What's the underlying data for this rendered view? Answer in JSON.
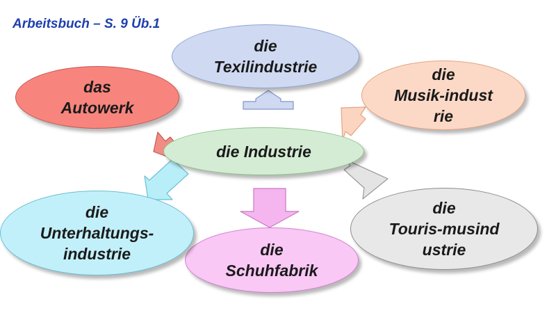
{
  "header": {
    "title": "Arbeitsbuch – S. 9 Üb.1"
  },
  "diagram": {
    "center": {
      "lines": [
        "die Industrie"
      ],
      "fill": "#d4ecd4",
      "stroke": "#8cc28c"
    },
    "nodes": [
      {
        "id": "texil",
        "lines": [
          "die",
          "Texilindustrie"
        ],
        "fill": "#cfd9f2",
        "stroke": "#8fa4d6",
        "arrow_fill": "#cfd9f2",
        "arrow_stroke": "#7f94c8"
      },
      {
        "id": "auto",
        "lines": [
          "das",
          "Autowerk"
        ],
        "fill": "#f7857d",
        "stroke": "#c75750",
        "arrow_fill": "#f08c84",
        "arrow_stroke": "#c75750"
      },
      {
        "id": "musik",
        "lines": [
          "die",
          "Musik-indust",
          "rie"
        ],
        "fill": "#fcd9c6",
        "stroke": "#e2a583",
        "arrow_fill": "#fbd5c0",
        "arrow_stroke": "#e2a583"
      },
      {
        "id": "tour",
        "lines": [
          "die",
          "Touris-musind",
          "ustrie"
        ],
        "fill": "#e8e8e8",
        "stroke": "#8c8c8c",
        "arrow_fill": "#e4e4e4",
        "arrow_stroke": "#999999"
      },
      {
        "id": "shoe",
        "lines": [
          "die",
          "Schuhfabrik"
        ],
        "fill": "#f9c8f5",
        "stroke": "#d27fcb",
        "arrow_fill": "#f5b6f0",
        "arrow_stroke": "#c878c0"
      },
      {
        "id": "unter",
        "lines": [
          "die",
          "Unterhaltungs-",
          "industrie"
        ],
        "fill": "#c2f0fa",
        "stroke": "#69bfd2",
        "arrow_fill": "#b8eef8",
        "arrow_stroke": "#69bfd2"
      }
    ]
  }
}
